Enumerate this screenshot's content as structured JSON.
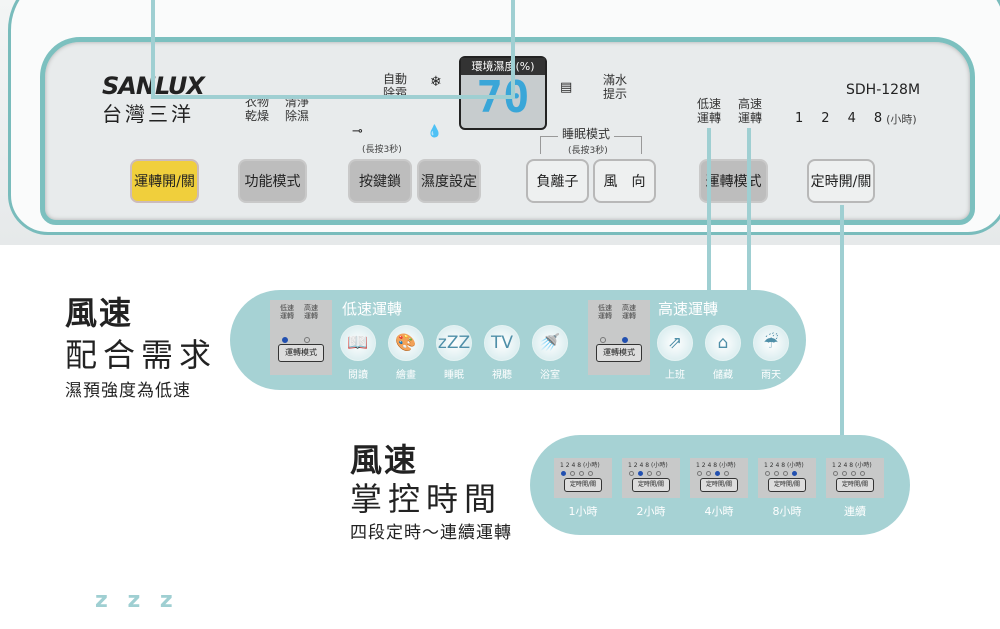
{
  "brand": {
    "logo": "SANLUX",
    "name": "台灣三洋",
    "model": "SDH-128M"
  },
  "panel": {
    "mode_labels": [
      "衣物\n乾燥",
      "清淨\n除濕"
    ],
    "auto_defrost": "自動\n除霜",
    "display_title": "環境濕度(%)",
    "display_value": "70",
    "full_water": "滿水\n提示",
    "lock_hint": "(長按3秒)",
    "sleep_mode": "睡眠模式",
    "sleep_hint": "(長按3秒)",
    "speed_labels": [
      "低速\n運轉",
      "高速\n運轉"
    ],
    "timer_hours": [
      "1",
      "2",
      "4",
      "8"
    ],
    "timer_unit": "(小時)",
    "buttons": {
      "power": "運轉開/關",
      "function": "功能模式",
      "lock": "按鍵鎖",
      "humidity": "濕度設定",
      "ion": "負離子",
      "wind": "風　向",
      "run_mode": "運轉模式",
      "timer": "定時開/關"
    }
  },
  "section1": {
    "title": "風速",
    "subtitle": "配合需求",
    "desc": "濕預強度為低速",
    "low_title": "低速運轉",
    "high_title": "高速運轉",
    "chip_low": "低速\n運轉",
    "chip_high": "高速\n運轉",
    "chip_button": "運轉模式",
    "low_items": [
      {
        "icon": "book-icon",
        "glyph": "📖",
        "label": "閱讀"
      },
      {
        "icon": "palette-icon",
        "glyph": "🎨",
        "label": "繪畫"
      },
      {
        "icon": "sleep-icon",
        "glyph": "zZZ",
        "label": "睡眠"
      },
      {
        "icon": "tv-icon",
        "glyph": "TV",
        "label": "視聽"
      },
      {
        "icon": "shower-icon",
        "glyph": "🚿",
        "label": "浴室"
      }
    ],
    "high_items": [
      {
        "icon": "escalator-icon",
        "glyph": "⇗",
        "label": "上班"
      },
      {
        "icon": "house-icon",
        "glyph": "⌂",
        "label": "儲藏"
      },
      {
        "icon": "rain-cloud-icon",
        "glyph": "☔",
        "label": "雨天"
      }
    ]
  },
  "section2": {
    "title": "風速",
    "subtitle": "掌控時間",
    "desc": "四段定時～連續運轉",
    "chip_button": "定時開/關",
    "timers": [
      {
        "label": "1小時",
        "active": 0
      },
      {
        "label": "2小時",
        "active": 1
      },
      {
        "label": "4小時",
        "active": 2
      },
      {
        "label": "8小時",
        "active": 3
      },
      {
        "label": "連續",
        "active": -1
      }
    ]
  },
  "decor": {
    "zzz": "z z z"
  }
}
